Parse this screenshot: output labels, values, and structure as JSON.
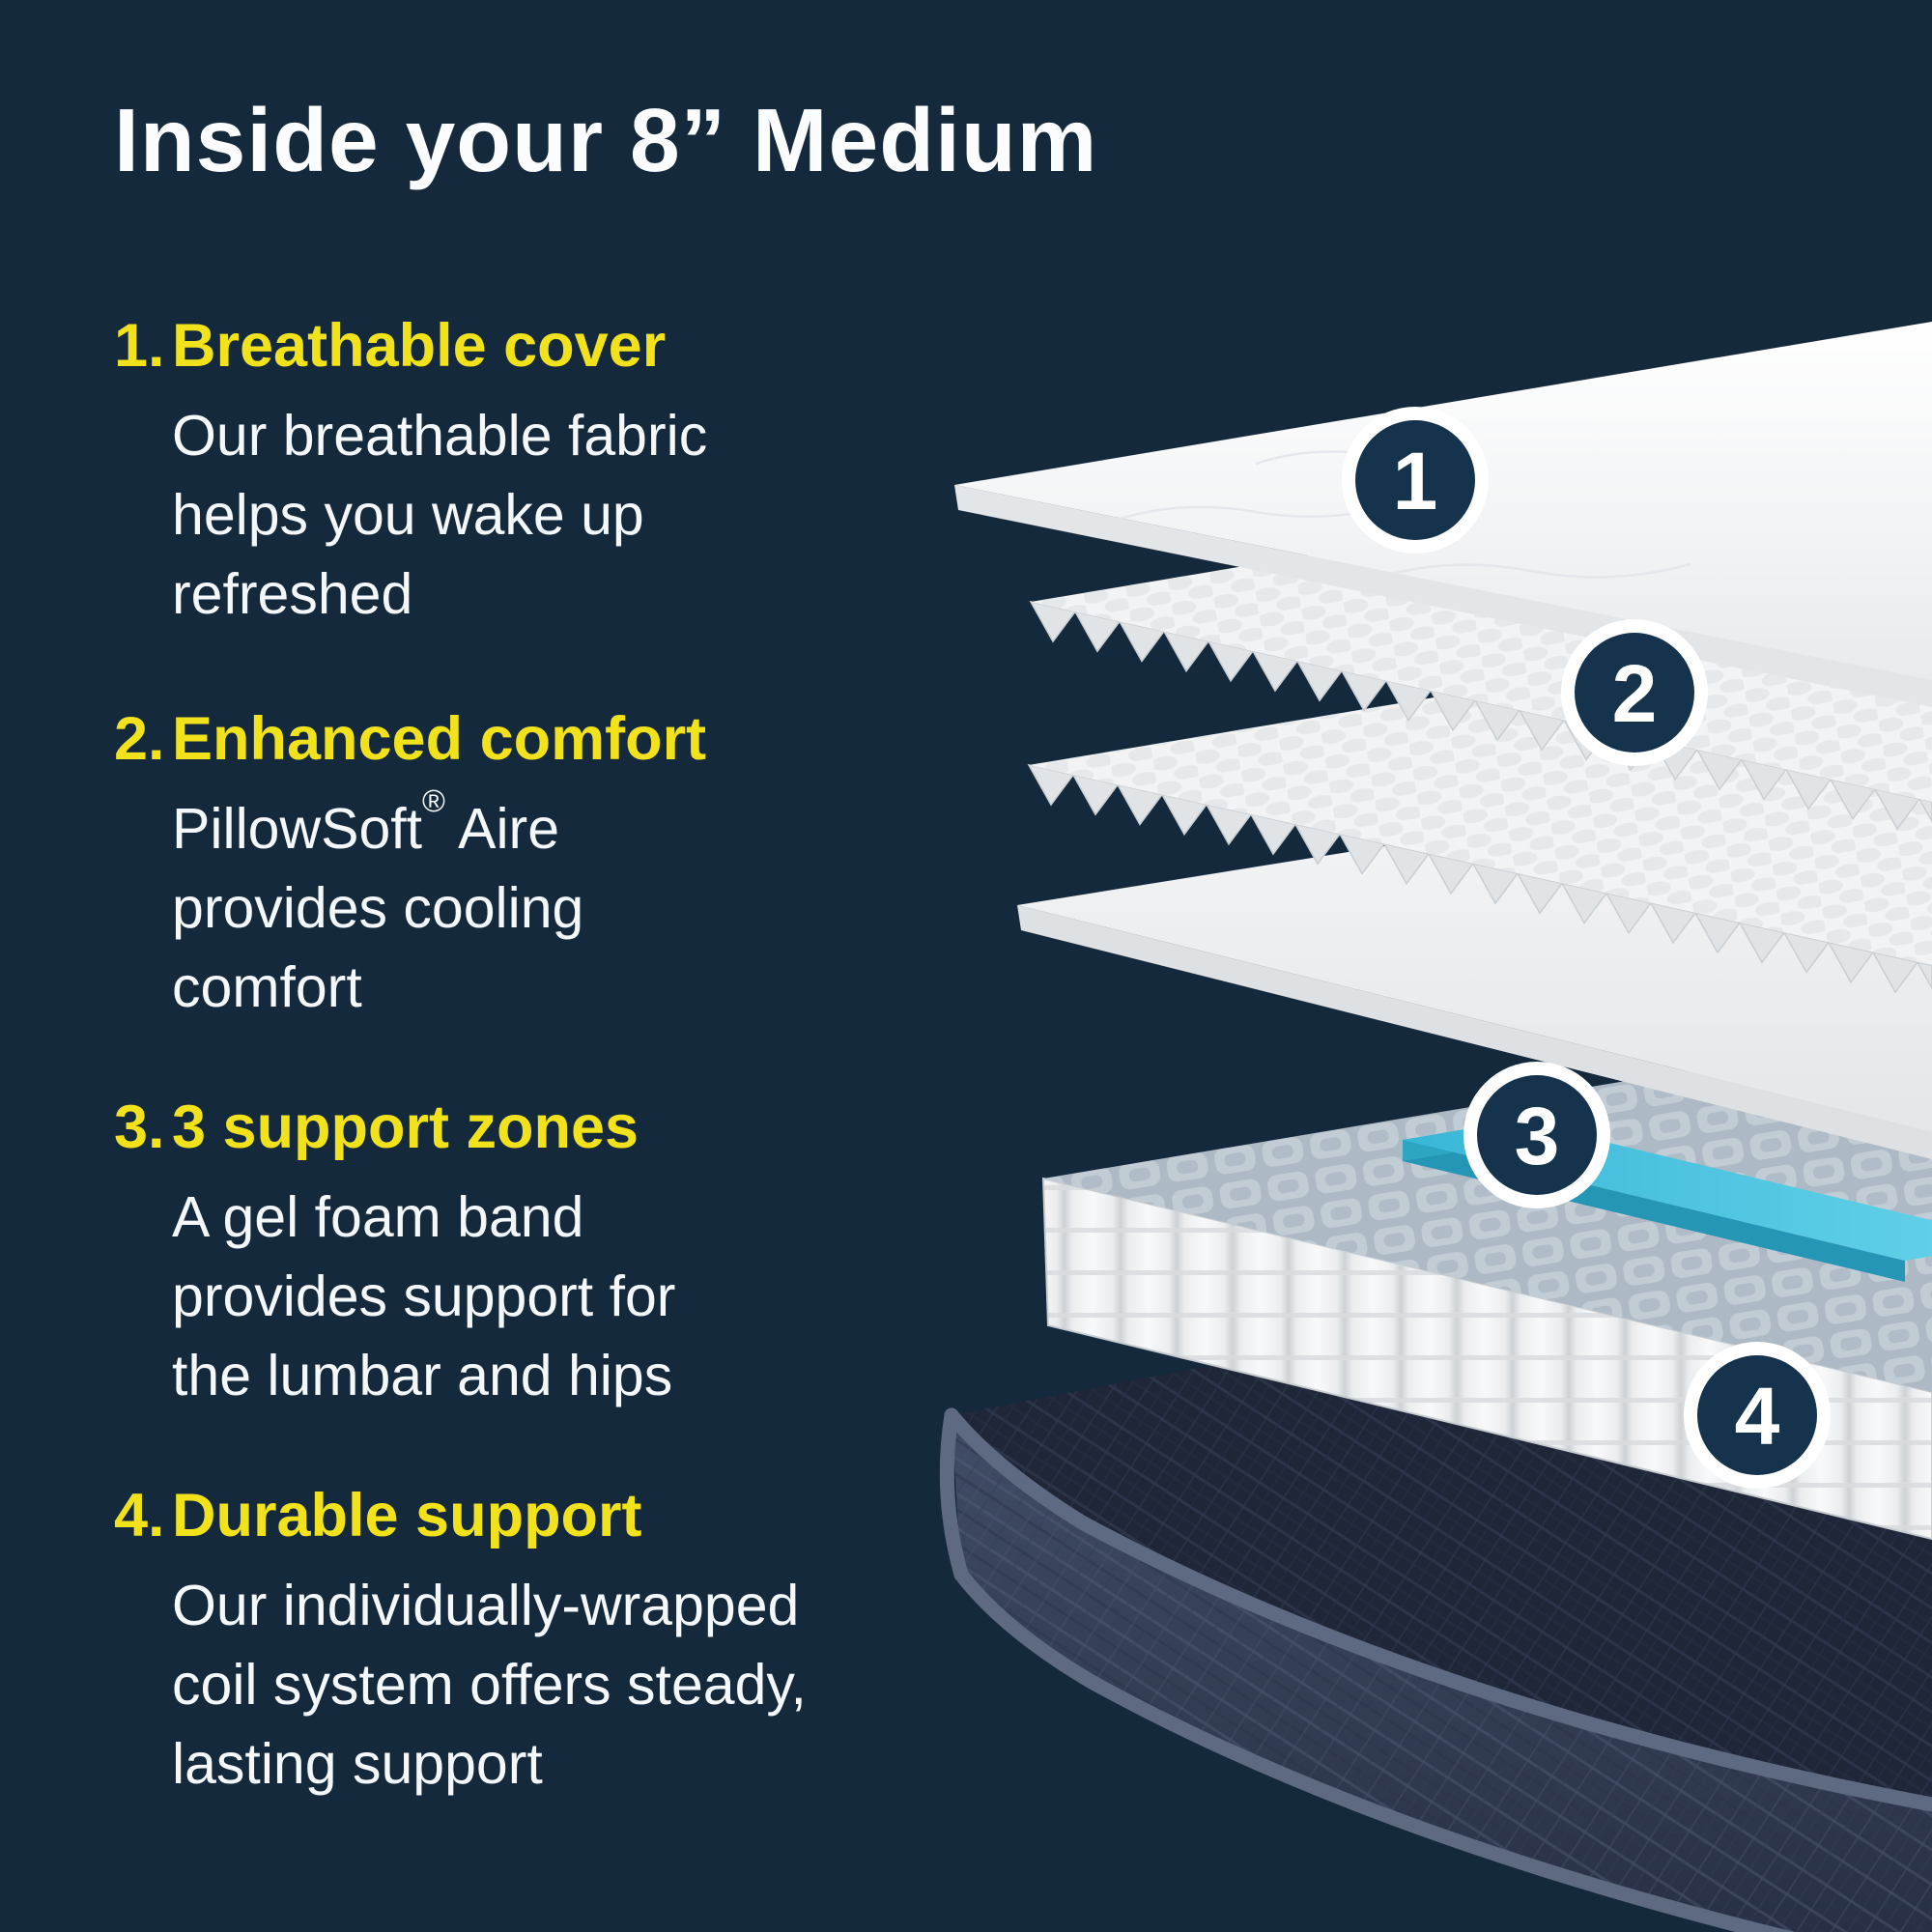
{
  "title": "Inside your 8” Medium",
  "features": [
    {
      "num": "1.",
      "heading": "Breathable cover",
      "lines": [
        "Our breathable fabric",
        "helps you wake up",
        "refreshed"
      ],
      "badge": "1"
    },
    {
      "num": "2.",
      "heading": "Enhanced comfort",
      "line1": {
        "brand": "PillowSoft",
        "reg": "®",
        "rest": " Aire"
      },
      "lines": [
        "provides cooling",
        "comfort"
      ],
      "badge": "2"
    },
    {
      "num": "3.",
      "heading": "3 support zones",
      "lines": [
        "A gel foam band",
        "provides support for",
        "the lumbar and hips"
      ],
      "badge": "3"
    },
    {
      "num": "4.",
      "heading": "Durable support",
      "lines": [
        "Our individually-wrapped",
        "coil system offers steady,",
        "lasting support"
      ],
      "badge": "4"
    }
  ],
  "diagram": {
    "badges": [
      "1",
      "2",
      "3",
      "4"
    ]
  },
  "colors": {
    "background_navy": "#14293C",
    "accent_yellow": "#F1E21B",
    "text_white": "#F5F8FA",
    "badge_navy": "#15334D",
    "badge_ring_white": "#FFFFFF",
    "gel_teal": "#3FBFDE",
    "foam_white": "#F1F3F4",
    "base_fabric_navy": "#39435C"
  }
}
